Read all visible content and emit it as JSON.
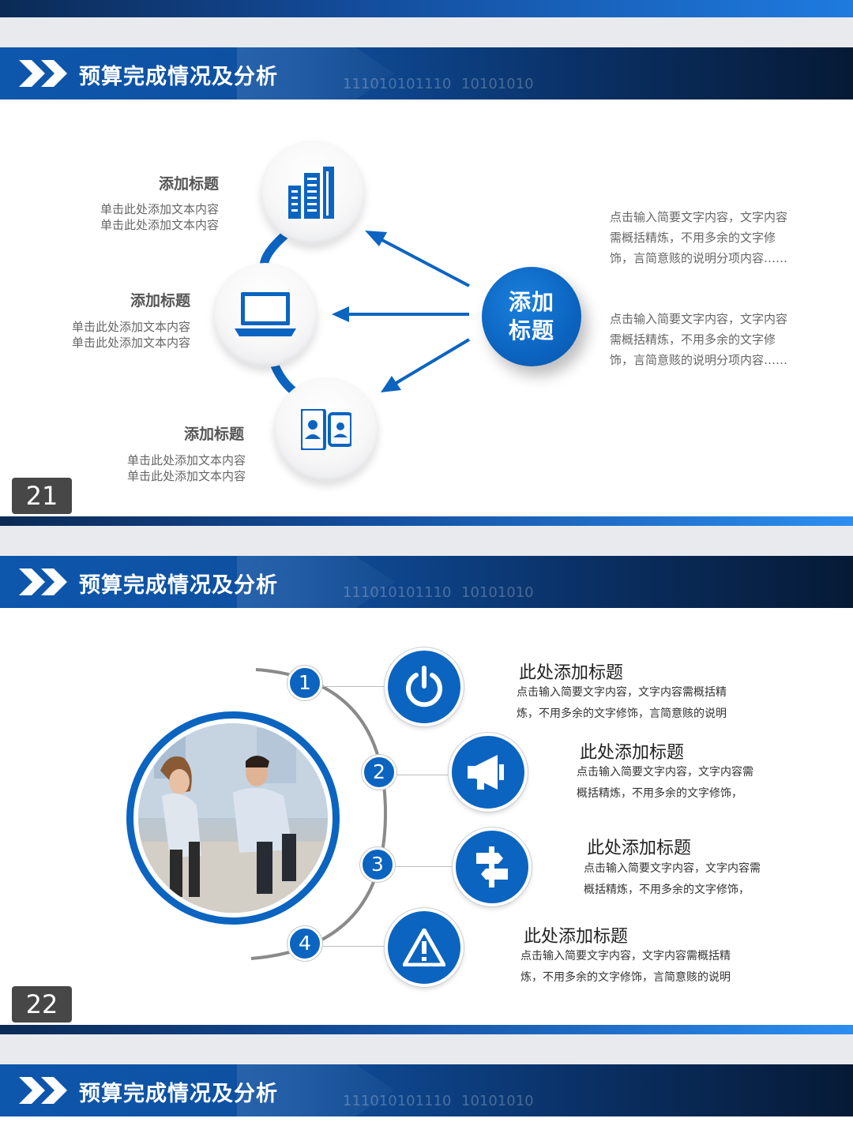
{
  "header_title": "预算完成情况及分析",
  "header_binary": [
    "111010101110",
    "10101010"
  ],
  "slide21": {
    "page_number": "21",
    "items": [
      {
        "title": "添加标题",
        "line1": "单击此处添加文本内容",
        "line2": "单击此处添加文本内容",
        "icon": "building-icon"
      },
      {
        "title": "添加标题",
        "line1": "单击此处添加文本内容",
        "line2": "单击此处添加文本内容",
        "icon": "laptop-icon"
      },
      {
        "title": "添加标题",
        "line1": "单击此处添加文本内容",
        "line2": "单击此处添加文本内容",
        "icon": "contacts-icon"
      }
    ],
    "center_line1": "添加",
    "center_line2": "标题",
    "paragraph1": "点击输入简要文字内容，文字内容需概括精炼，不用多余的文字修饰，言简意赅的说明分项内容……",
    "paragraph2": "点击输入简要文字内容，文字内容需概括精炼，不用多余的文字修饰，言简意赅的说明分项内容……",
    "accent_color": "#0b64c0"
  },
  "slide22": {
    "page_number": "22",
    "items": [
      {
        "num": "1",
        "title": "此处添加标题",
        "line1": "点击输入简要文字内容，文字内容需概括精",
        "line2": "炼，不用多余的文字修饰，言简意赅的说明",
        "icon": "power-icon"
      },
      {
        "num": "2",
        "title": "此处添加标题",
        "line1": "点击输入简要文字内容，文字内容需",
        "line2": "概括精炼，不用多余的文字修饰，",
        "icon": "megaphone-icon"
      },
      {
        "num": "3",
        "title": "此处添加标题",
        "line1": "点击输入简要文字内容，文字内容需",
        "line2": "概括精炼，不用多余的文字修饰，",
        "icon": "signpost-icon"
      },
      {
        "num": "4",
        "title": "此处添加标题",
        "line1": "点击输入简要文字内容，文字内容需概括精",
        "line2": "炼，不用多余的文字修饰，言简意赅的说明",
        "icon": "warning-icon"
      }
    ]
  }
}
